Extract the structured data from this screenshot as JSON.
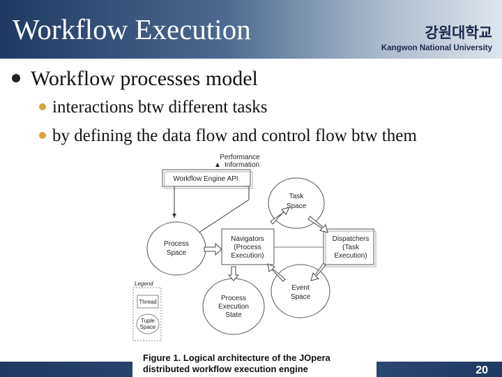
{
  "header": {
    "title": "Workflow Execution",
    "university_korean": "강원대학교",
    "university_english": "Kangwon National University"
  },
  "bullets": {
    "main": "Workflow processes model",
    "sub": [
      "interactions btw different tasks",
      "by defining the data flow and control flow btw them"
    ]
  },
  "diagram": {
    "performance_info": [
      "Performance",
      "Information"
    ],
    "api_box": "Workflow Engine API",
    "task_space": [
      "Task",
      "Space"
    ],
    "process_space": [
      "Process",
      "Space"
    ],
    "navigators": [
      "Navigators",
      "(Process",
      "Execution)"
    ],
    "dispatchers": [
      "Dispatchers",
      "(Task",
      "Execution)"
    ],
    "event_space": [
      "Event",
      "Space"
    ],
    "process_execution_state": [
      "Process",
      "Execution",
      "State"
    ],
    "legend_title": "Legend",
    "legend_thread": "Thread",
    "legend_tuple_space": [
      "Tuple",
      "Space"
    ]
  },
  "caption": {
    "figure_label": "Figure 1.",
    "line1_rest": "Logical architecture of the JOpera",
    "line2": "distributed workflow execution engine"
  },
  "footer": {
    "page_number": "20"
  },
  "colors": {
    "header_dark": "#1f3a63",
    "sub_bullet": "#d4a43c"
  }
}
